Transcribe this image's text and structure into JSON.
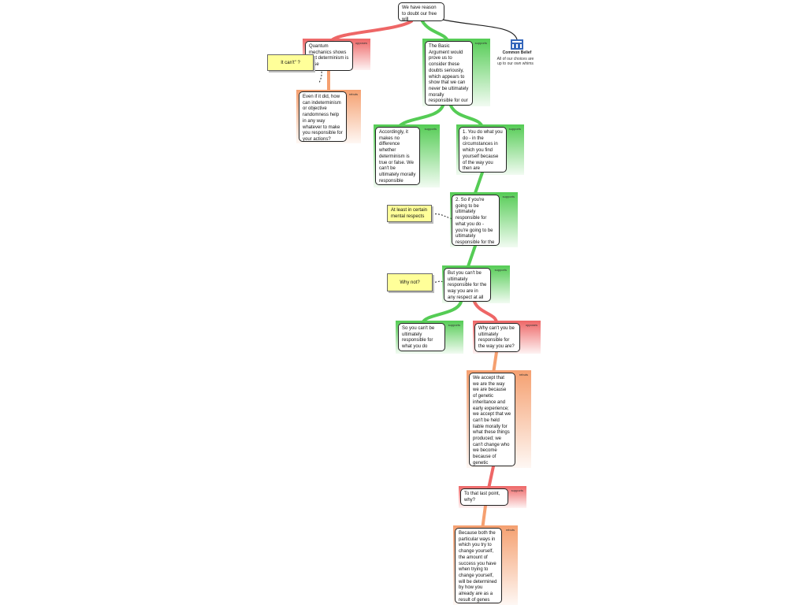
{
  "diagram": {
    "nodes": {
      "root": "We have reason to doubt our free will",
      "quantum": "Quantum mechanics shows that determinism is false",
      "basic": "The Basic Argument would prove us to consider these doubts seriously, which appears to show that we can never be ultimately morally responsible for our actions",
      "indeterminism": "Even if it did, how can indeterminism or objective randomness help in any way whatever to make you responsible for your actions?",
      "accordingly": "Accordingly, it makes no difference whether determinism is true or false.  We can't be ultimately morally responsible either way",
      "you_do": "1. You do what you do - in the circumstances in which you find yourself because of the way you then are",
      "so_if": "2. So if you're going to be ultimately responsible for what you do - you're going to be ultimately responsible for the way you are",
      "but_you": "But you can't be ultimately responsible for the way you are in any respect at all",
      "so_you": "So you can't be ultimately responsible for what you do",
      "why_cant": "Why can't you be ultimately responsible for the way you are?",
      "we_accept": "We accept that we are the way we are because of genetic inheritance and early experience; we accept that we can't be held liable morally for what these things produced; we can't change who we become because of genetic inheritance and our experiences",
      "to_that": "To that last point, why?",
      "because": "Because both the particular ways in which you try to change yourself, the amount of success you have when trying to change yourself, will be determined by how you already are as a result of genes and tutelage"
    },
    "tags": {
      "opposes": "opposes",
      "supports": "supports",
      "rebuts": "rebuts"
    },
    "notes": {
      "cant": "It can't\" ?",
      "mental": "At least in certain mental respects",
      "why_not": "Why not?"
    },
    "common_belief": {
      "label": "Common Belief",
      "text": "All of our choices are up to our own whims"
    },
    "colors": {
      "opposes": "#ee6666",
      "supports": "#55cc55",
      "rebuts": "#f5a070",
      "note": "#ffff99",
      "icon": "#3366bb"
    }
  }
}
